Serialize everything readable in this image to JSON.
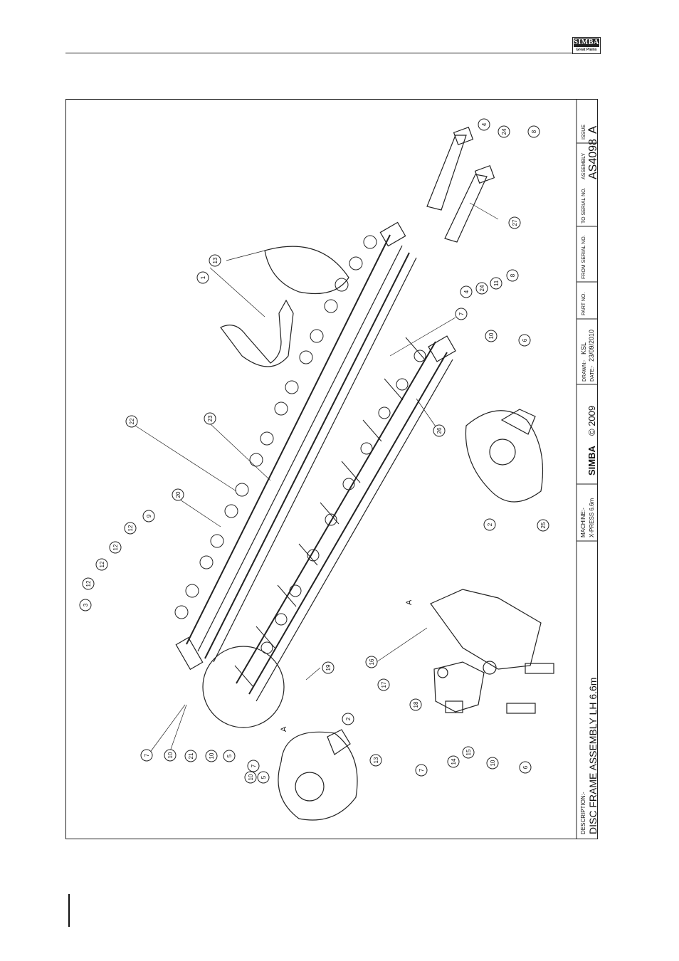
{
  "header": {
    "logo_text": "SIMBA",
    "logo_sub": "Great Plains"
  },
  "title_block": {
    "description_label": "DESCRIPTION:-",
    "description": "DISC FRAME ASSEMBLY LH 6.6m",
    "machine_label": "MACHINE:-",
    "machine": "X-PRESS 6.6m",
    "logo_text": "SIMBA",
    "copyright": "© 2009",
    "drawn_label": "DRAWN:-",
    "drawn": "KSL",
    "date_label": "DATE:-",
    "date": "23/09/2010",
    "part_no_label": "PART NO.",
    "from_serial_label": "FROM SERIAL NO.",
    "to_serial_label": "TO SERIAL NO.",
    "assembly_label": "ASSEMBLY",
    "assembly": "AS4098",
    "issue_label": "ISSUE",
    "issue": "A"
  },
  "detail": {
    "detail_label": "A",
    "detail_label_2": "A"
  },
  "balloons": [
    "4",
    "24",
    "8",
    "27",
    "13",
    "1",
    "8",
    "11",
    "24",
    "4",
    "7",
    "10",
    "6",
    "22",
    "23",
    "26",
    "20",
    "9",
    "12",
    "12",
    "12",
    "12",
    "3",
    "2",
    "25",
    "16",
    "19",
    "17",
    "18",
    "7",
    "14",
    "15",
    "10",
    "6",
    "A",
    "7",
    "10",
    "21",
    "10",
    "5",
    "2",
    "7",
    "10",
    "5",
    "13"
  ]
}
